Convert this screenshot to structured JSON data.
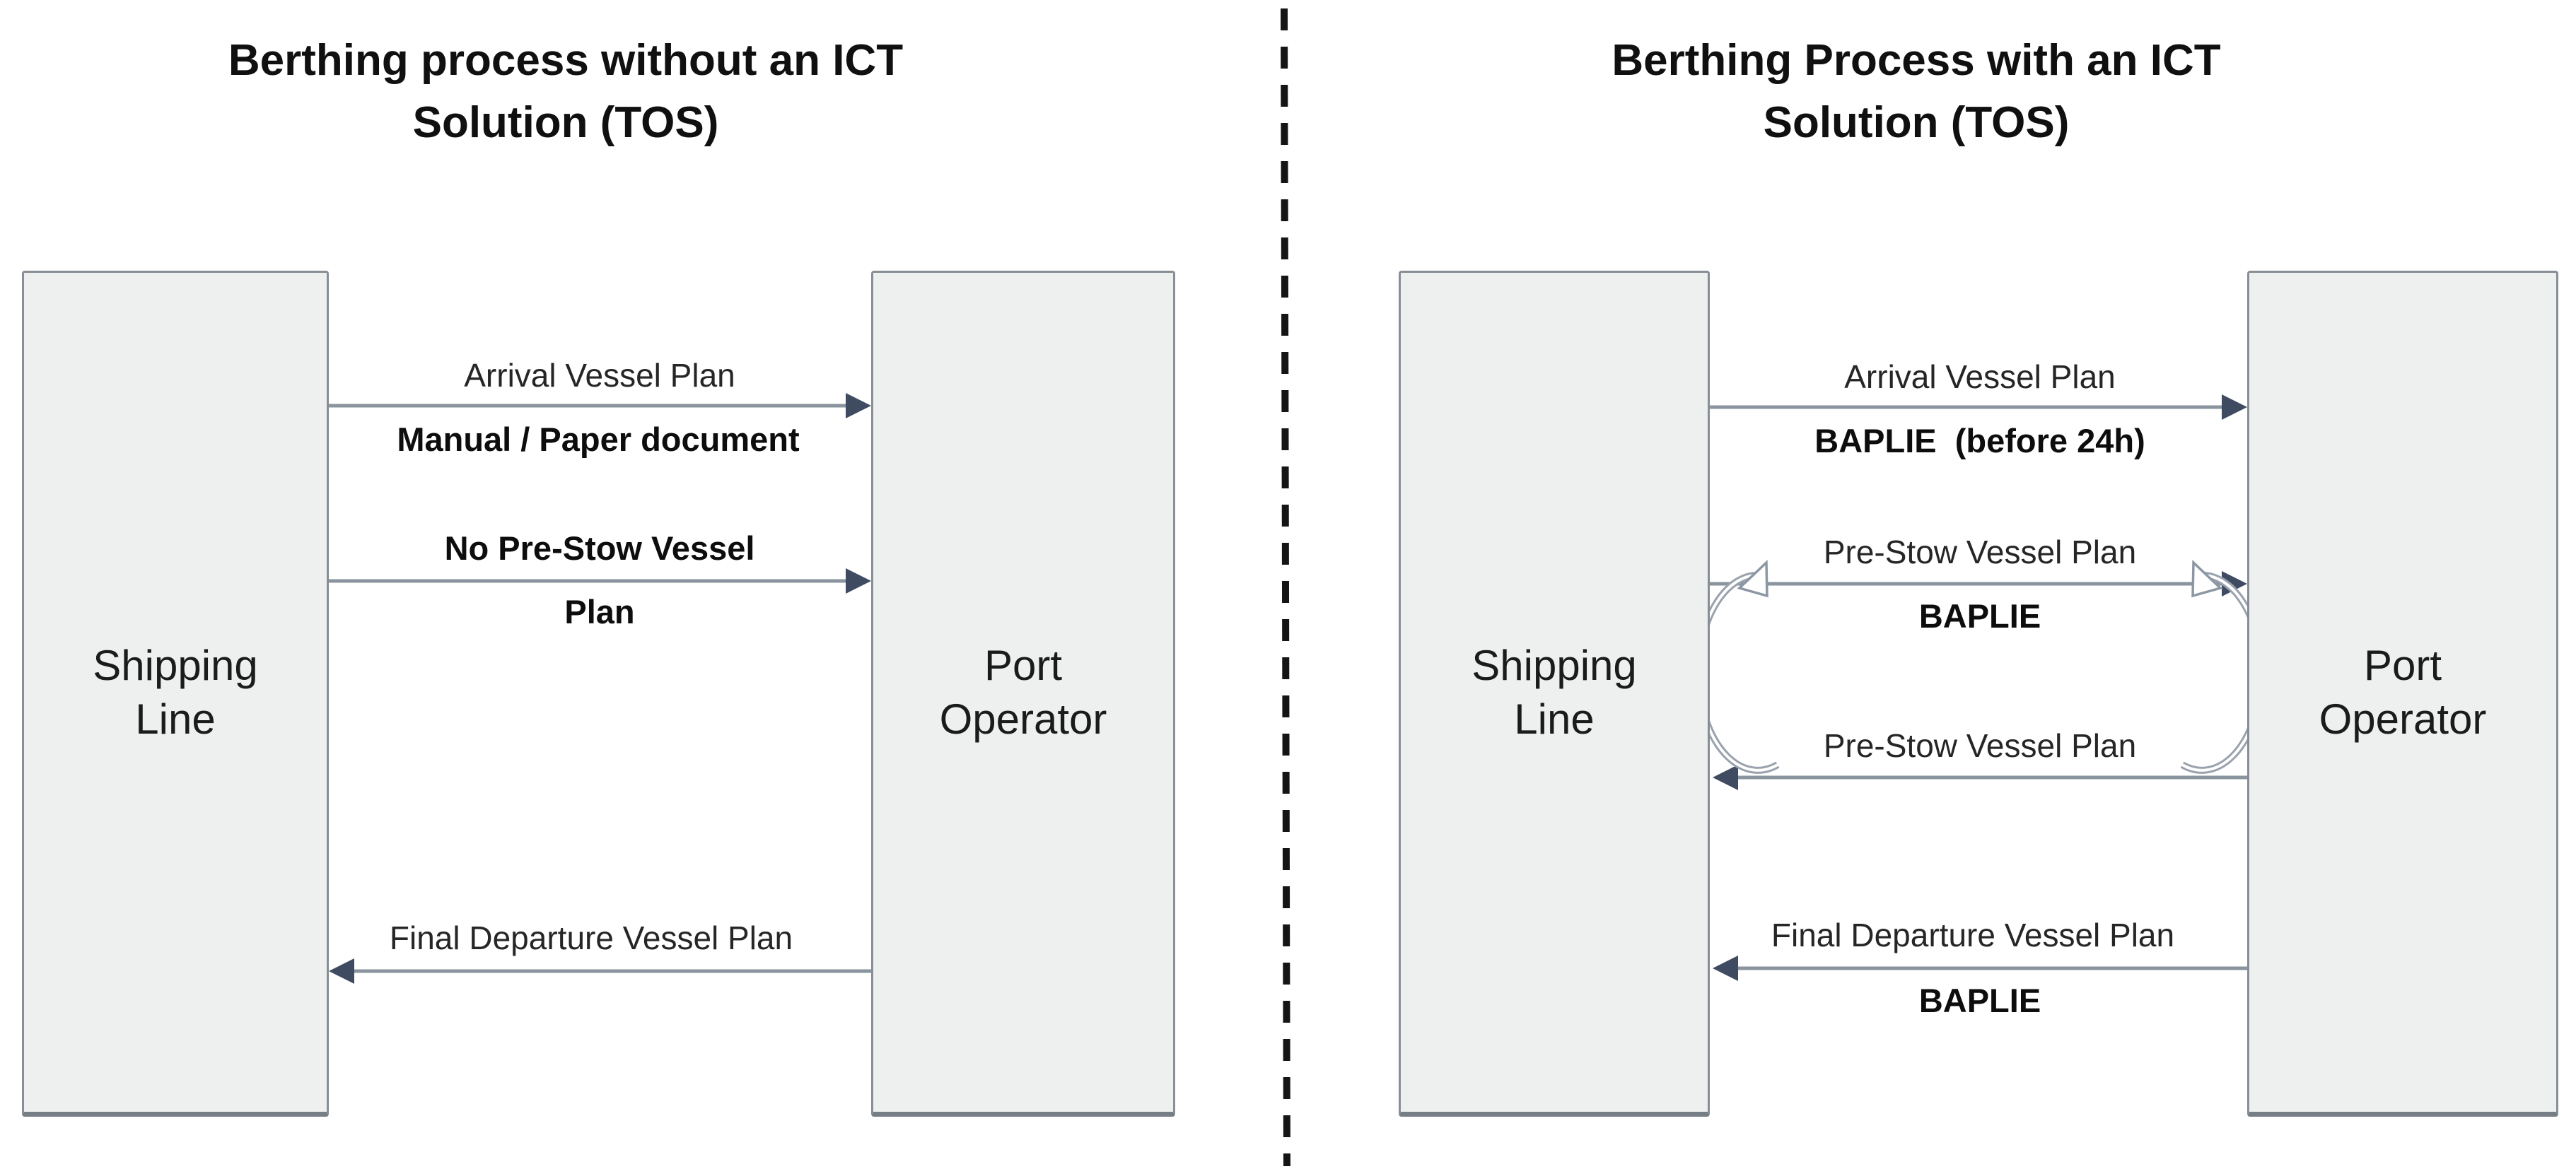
{
  "colors": {
    "background": "#ffffff",
    "box_fill": "#eef0f0",
    "box_border": "#878e96",
    "arrow_line": "#8a949e",
    "arrow_head": "#3f4b61",
    "loop_arrow": "#99a2ad",
    "divider": "#151515",
    "title_text": "#101010",
    "label_text": "#262626"
  },
  "left_panel": {
    "title_line1": "Berthing process without an ICT",
    "title_line2": "Solution (TOS)",
    "actors": {
      "shipping_line": {
        "line1": "Shipping",
        "line2": "Line"
      },
      "port_operator": {
        "line1": "Port",
        "line2": "Operator"
      }
    },
    "messages": [
      {
        "label": "Arrival Vessel Plan",
        "sublabel": "Manual / Paper document",
        "direction": "right"
      },
      {
        "label": "No Pre-Stow Vessel",
        "sublabel": "Plan",
        "direction": "right"
      },
      {
        "label": "Final Departure Vessel Plan",
        "sublabel": "",
        "direction": "left"
      }
    ]
  },
  "right_panel": {
    "title_line1": "Berthing Process with an ICT",
    "title_line2": "Solution (TOS)",
    "actors": {
      "shipping_line": {
        "line1": "Shipping",
        "line2": "Line"
      },
      "port_operator": {
        "line1": "Port",
        "line2": "Operator"
      }
    },
    "messages": [
      {
        "label": "Arrival Vessel Plan",
        "sublabel": "BAPLIE  (before 24h)",
        "direction": "right"
      },
      {
        "label": "Pre-Stow Vessel Plan",
        "sublabel": "BAPLIE",
        "direction": "right"
      },
      {
        "label": "Pre-Stow Vessel Plan",
        "sublabel": "",
        "direction": "left"
      },
      {
        "label": "Final Departure Vessel Plan",
        "sublabel": "BAPLIE",
        "direction": "left"
      }
    ]
  }
}
